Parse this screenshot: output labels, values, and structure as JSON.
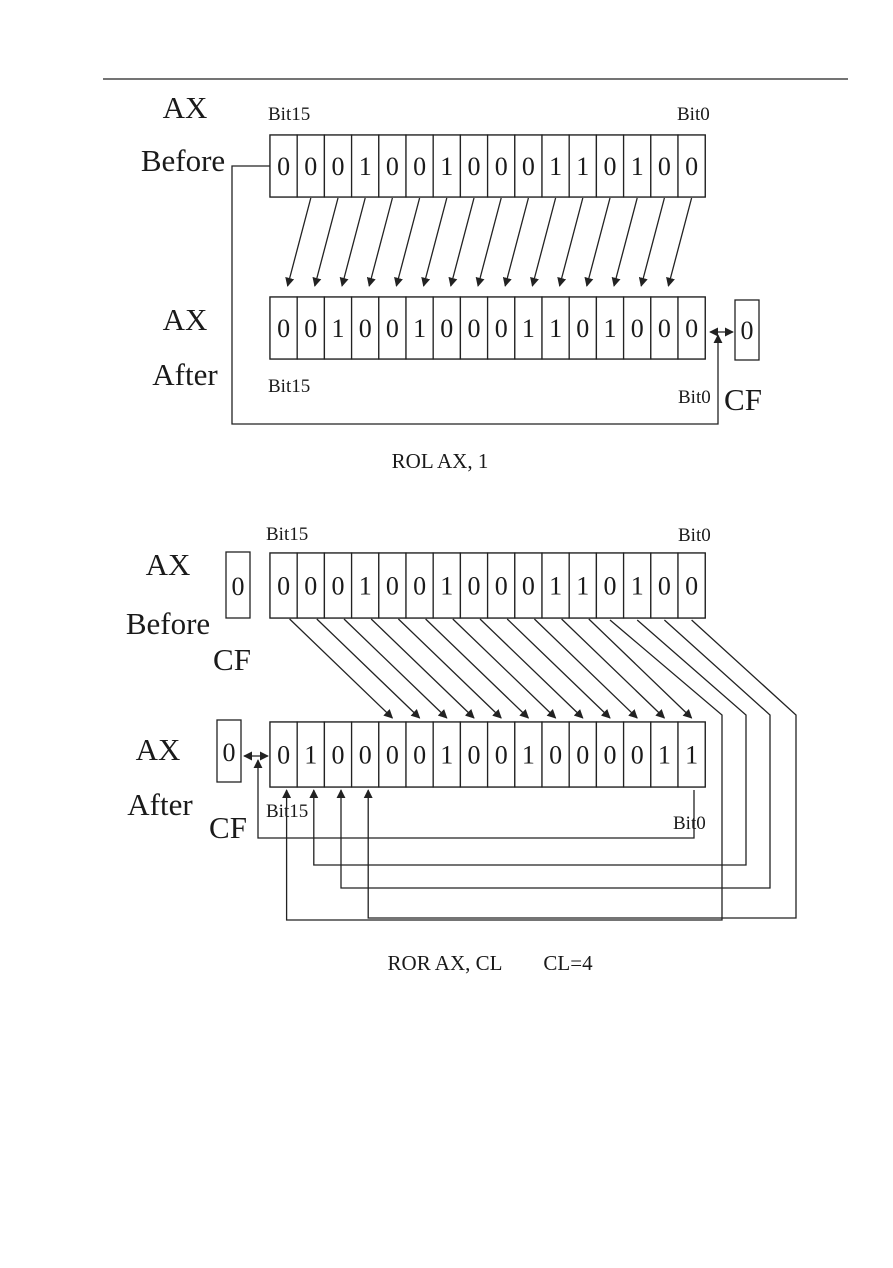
{
  "diagram1": {
    "label_ax_before": "AX",
    "label_before": "Before",
    "label_ax_after": "AX",
    "label_after": "After",
    "bit15_top": "Bit15",
    "bit0_top": "Bit0",
    "bit15_bottom": "Bit15",
    "bit0_bottom": "Bit0",
    "before_bits": [
      "0",
      "0",
      "0",
      "1",
      "0",
      "0",
      "1",
      "0",
      "0",
      "0",
      "1",
      "1",
      "0",
      "1",
      "0",
      "0"
    ],
    "after_bits": [
      "0",
      "0",
      "1",
      "0",
      "0",
      "1",
      "0",
      "0",
      "0",
      "1",
      "1",
      "0",
      "1",
      "0",
      "0",
      "0"
    ],
    "cf_value": "0",
    "cf_label": "CF",
    "caption": "ROL AX, 1"
  },
  "diagram2": {
    "label_ax_before": "AX",
    "label_before": "Before",
    "label_ax_after": "AX",
    "label_after": "After",
    "bit15_top": "Bit15",
    "bit0_top": "Bit0",
    "bit15_bottom": "Bit15",
    "bit0_bottom": "Bit0",
    "before_bits": [
      "0",
      "0",
      "0",
      "1",
      "0",
      "0",
      "1",
      "0",
      "0",
      "0",
      "1",
      "1",
      "0",
      "1",
      "0",
      "0"
    ],
    "after_bits": [
      "0",
      "1",
      "0",
      "0",
      "0",
      "0",
      "1",
      "0",
      "0",
      "1",
      "0",
      "0",
      "0",
      "0",
      "1",
      "1"
    ],
    "cf_before_value": "0",
    "cf_before_label": "CF",
    "cf_after_value": "0",
    "cf_after_label": "CF",
    "caption_main": "ROR AX, CL",
    "caption_count": "CL=4"
  }
}
